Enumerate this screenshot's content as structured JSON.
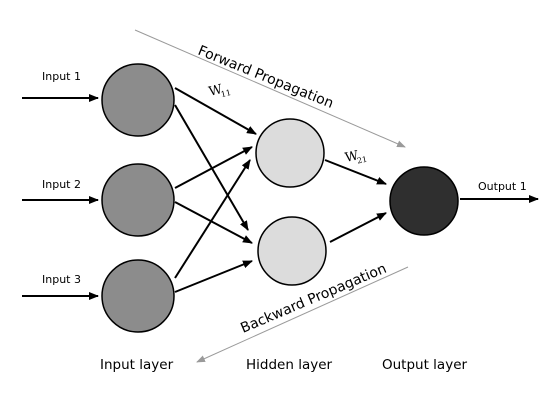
{
  "inputs": [
    "Input 1",
    "Input 2",
    "Input 3"
  ],
  "output": "Output 1",
  "weights": {
    "w11": {
      "symbol": "W",
      "sub": "11"
    },
    "w21": {
      "symbol": "W",
      "sub": "21"
    }
  },
  "propagation": {
    "forward": "Forward Propagation",
    "backward": "Backward Propagation"
  },
  "layers": {
    "input": "Input layer",
    "hidden": "Hidden layer",
    "output": "Output layer"
  },
  "colors": {
    "input_node": "#8c8c8c",
    "hidden_node": "#dcdcdc",
    "output_node": "#2f2f2f",
    "stroke": "#000000",
    "guide_arrow": "#9a9a9a"
  }
}
